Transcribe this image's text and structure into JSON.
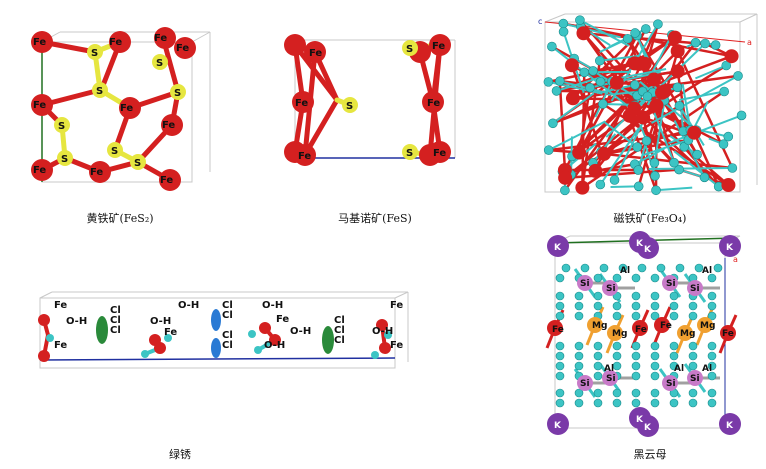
{
  "captions": {
    "pyrite": "黄铁矿(FeS₂)",
    "mackinawite": "马基诺矿(FeS)",
    "magnetite": "磁铁矿(Fe₃O₄)",
    "green_rust": "绿锈",
    "biotite": "黑云母"
  },
  "elements": {
    "fe": "Fe",
    "s": "S",
    "oh": "O-H",
    "cl": "Cl",
    "o": "O",
    "k": "K",
    "si": "Si",
    "al": "Al",
    "mg": "Mg"
  },
  "axes": {
    "a": "a",
    "c": "c"
  },
  "colors": {
    "iron": "#d42020",
    "sulfur": "#e6e640",
    "oxygen": "#3cc4c4",
    "chlorine": "#2a8a3a",
    "chlorine_alt": "#2a7ad4",
    "potassium": "#7a3aa8",
    "silicon": "#c87ac8",
    "magnesium": "#f0a030",
    "cell_edge": "#c8c8c8",
    "axis_blue": "#2030a0",
    "axis_red": "#e02020",
    "axis_green": "#207020"
  }
}
